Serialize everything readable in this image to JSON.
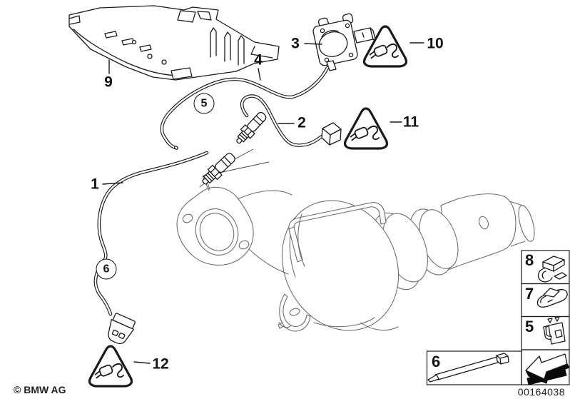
{
  "colors": {
    "line": "#1a1a1a",
    "converter_line": "#6e6e6e",
    "background": "#ffffff"
  },
  "footer": {
    "copyright": "© BMW AG",
    "image_number": "00164038"
  },
  "callouts": {
    "c1": "1",
    "c2": "2",
    "c3": "3",
    "c4": "4",
    "c9": "9",
    "c10": "10",
    "c11": "11",
    "c12": "12",
    "circled5": "5",
    "circled6": "6"
  },
  "legend": {
    "clip_top": "8",
    "clip_mid": "7",
    "bracket": "5",
    "cable_tie": "6"
  },
  "icons": {
    "warning10": "plug-warning-triangle-icon",
    "warning11": "plug-warning-triangle-icon",
    "warning12": "plug-warning-triangle-icon",
    "arrow": "direction-arrow-icon"
  }
}
